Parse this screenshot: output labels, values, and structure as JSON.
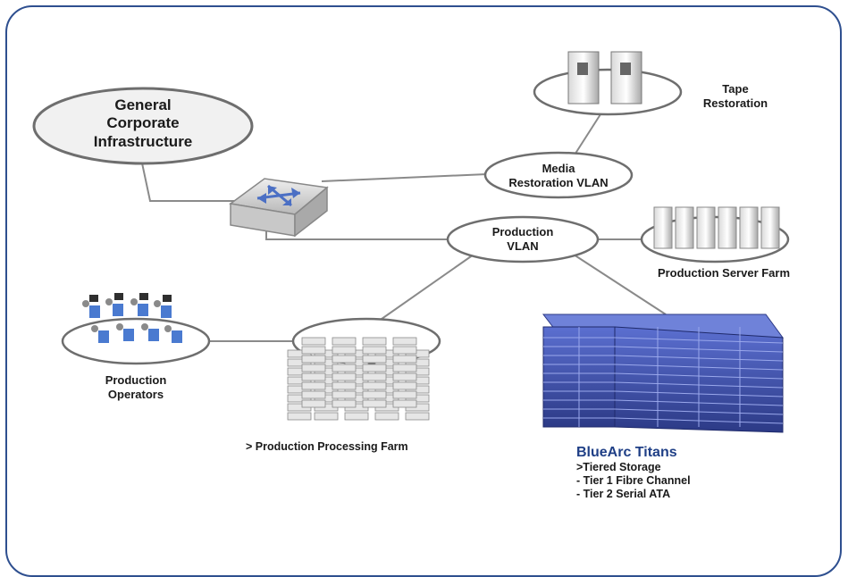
{
  "nodes": {
    "corporate": [
      "General",
      "Corporate",
      "Infrastructure"
    ],
    "tape": [
      "Tape",
      "Restoration"
    ],
    "media_vlan": [
      "Media",
      "Restoration VLAN"
    ],
    "production_vlan": [
      "Production",
      "VLAN"
    ],
    "server_farm": "Production Server Farm",
    "operators": [
      "Production",
      "Operators"
    ],
    "processing_farm": "> Production Processing Farm",
    "bluearc": {
      "title": "BlueArc Titans",
      "lines": [
        ">Tiered Storage",
        "- Tier 1 Fibre Channel",
        "- Tier 2 Serial ATA"
      ]
    }
  },
  "colors": {
    "frame": "#2e4f8f",
    "storage": "#3a4fa8",
    "line": "#8a8a8a"
  }
}
